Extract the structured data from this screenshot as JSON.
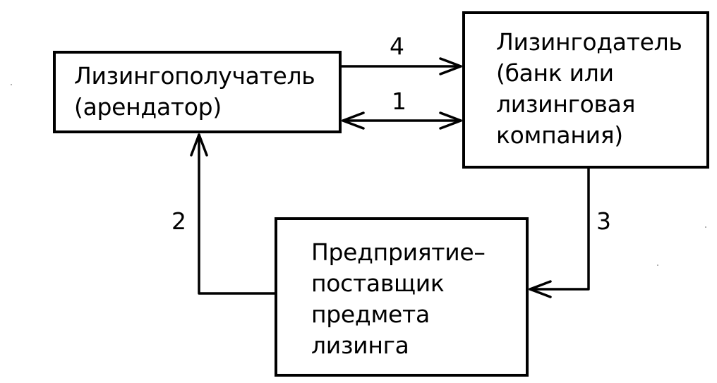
{
  "nodes": {
    "lessee": {
      "lines": [
        "Лизингополучатель",
        "(арендатор)"
      ]
    },
    "lessor": {
      "lines": [
        "Лизингодатель",
        "(банк или",
        "лизинговая",
        "компания)"
      ]
    },
    "supplier": {
      "lines": [
        "Предприятие–",
        "поставщик",
        "предмета",
        "лизинга"
      ]
    }
  },
  "edges": {
    "lessee_to_lessor": {
      "label": "4"
    },
    "lessee_lessor_bidirectional": {
      "label": "1"
    },
    "supplier_to_lessee": {
      "label": "2"
    },
    "lessor_to_supplier": {
      "label": "3"
    }
  },
  "colors": {
    "line": "#000000",
    "background": "#ffffff"
  }
}
